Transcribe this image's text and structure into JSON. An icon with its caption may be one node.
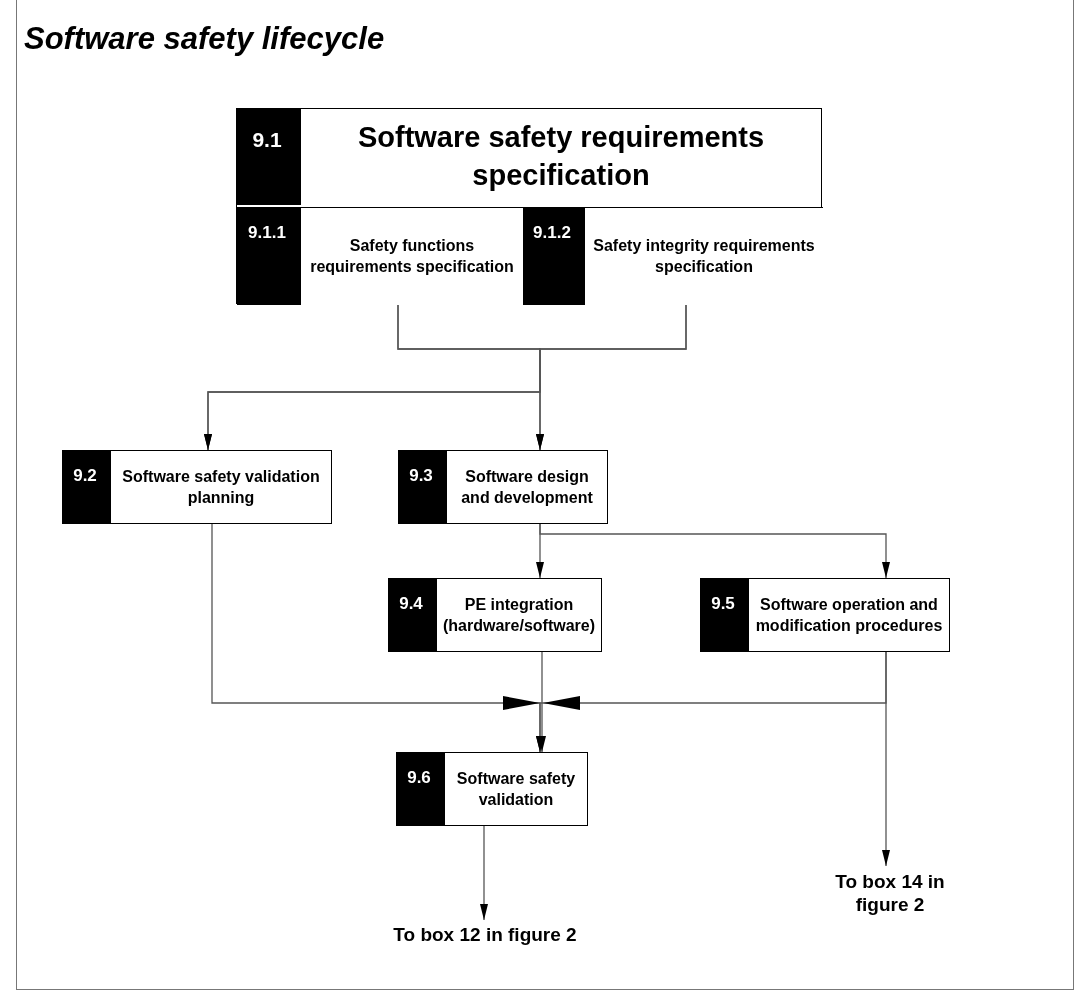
{
  "diagram": {
    "title": "Software safety lifecycle",
    "nodes": [
      {
        "text": [
          "9.1",
          "Software safety requirements specification"
        ]
      },
      {
        "text": [
          "9.1.1",
          "Safety functions requirements specification"
        ],
        "in": 0
      },
      {
        "text": [
          "9.1.2",
          "Safety integrity requirements specification"
        ],
        "in": 0
      },
      {
        "text": [
          "9.2",
          "Software safety validation planning"
        ]
      },
      {
        "text": [
          "9.3",
          "Software design and development"
        ]
      },
      {
        "text": [
          "9.4",
          "PE integration (hardware/software)"
        ]
      },
      {
        "text": [
          "9.5",
          "Software operation and modification procedures"
        ]
      },
      {
        "text": [
          "9.6",
          "Software safety validation"
        ]
      },
      {
        "text": [
          "To box 12 in figure 2"
        ]
      },
      {
        "text": [
          "To box 14 in figure 2"
        ]
      }
    ],
    "edges": [
      {
        "from": 1,
        "to": 3,
        "arrow": "to"
      },
      {
        "from": 1,
        "to": 4,
        "arrow": "to"
      },
      {
        "from": 2,
        "to": 3,
        "arrow": "to"
      },
      {
        "from": 2,
        "to": 4,
        "arrow": "to"
      },
      {
        "from": 4,
        "to": 5,
        "arrow": "to"
      },
      {
        "from": 4,
        "to": 6,
        "arrow": "to"
      },
      {
        "from": 3,
        "to": 7,
        "arrow": "to"
      },
      {
        "from": 5,
        "to": 7,
        "arrow": "to"
      },
      {
        "from": 6,
        "to": 7,
        "arrow": "to"
      },
      {
        "from": 7,
        "to": 8,
        "arrow": "to"
      },
      {
        "from": 6,
        "to": 9,
        "arrow": "to"
      }
    ]
  }
}
